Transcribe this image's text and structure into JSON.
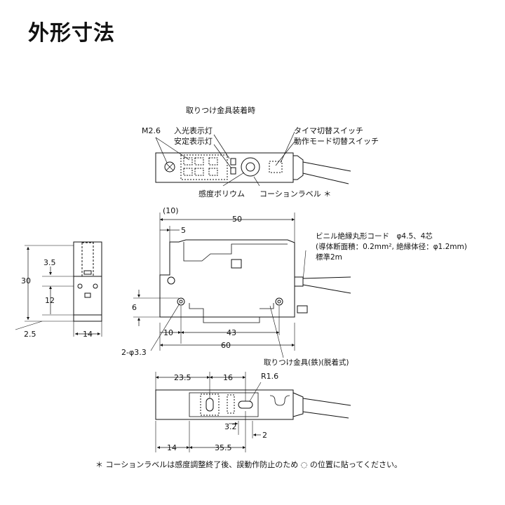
{
  "title": "外形寸法",
  "top_view": {
    "heading": "取りつけ金具装着時",
    "labels": {
      "m26": "M2.6",
      "incident_light": "入光表示灯",
      "stable_light": "安定表示灯",
      "timer_switch": "タイマ切替スイッチ",
      "mode_switch": "動作モード切替スイッチ",
      "sensitivity": "感度ボリウム",
      "caution_label": "コーションラベル ＊"
    }
  },
  "front_view": {
    "dims": {
      "d10": "(10)",
      "d50": "50",
      "d5": "5",
      "d6": "6",
      "d43": "43",
      "d60": "60",
      "d10b": "10"
    },
    "holes": "2-φ3.3",
    "cable_line1": "ビニル絶縁丸形コード　φ4.5、4芯",
    "cable_line2": "(導体断面積：0.2mm², 絶縁体径：φ1.2mm)",
    "cable_line3": "標準2m",
    "bracket": "取りつけ金具(鉄)(脱着式)"
  },
  "side_view": {
    "dims": {
      "d30": "30",
      "d35": "3.5",
      "d12": "12",
      "d25": "2.5",
      "d14": "14"
    }
  },
  "bottom_view": {
    "dims": {
      "d235": "23.5",
      "d16": "16",
      "r16": "R1.6",
      "d32": "3.2",
      "d2": "2",
      "d14": "14",
      "d355": "35.5"
    }
  },
  "footnote": "＊ コーションラベルは感度調整終了後、誤動作防止のため ◌ の位置に貼ってください。"
}
